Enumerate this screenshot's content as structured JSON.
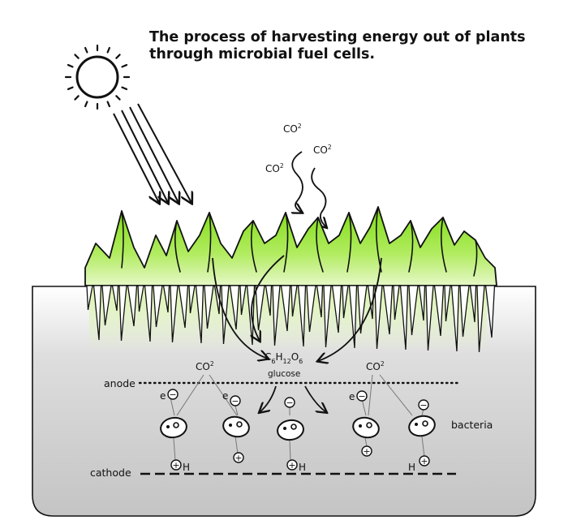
{
  "title": "The process of harvesting energy out of plants through microbial fuel cells.",
  "labels": {
    "co2_text": "CO",
    "co2_sup": "2",
    "glucose_formula": {
      "c": "C",
      "c_sub": "6",
      "h": "H",
      "h_sub": "12",
      "o": "O",
      "o_sub": "6"
    },
    "glucose": "glucose",
    "anode": "anode",
    "cathode": "cathode",
    "bacteria": "bacteria",
    "electron": "e",
    "hydrogen": "H",
    "minus_symbol": "−",
    "plus_symbol": "+"
  },
  "colors": {
    "plant_green": "#86e01c",
    "soil_gray": "#cfcfcf",
    "outline": "#111111"
  }
}
